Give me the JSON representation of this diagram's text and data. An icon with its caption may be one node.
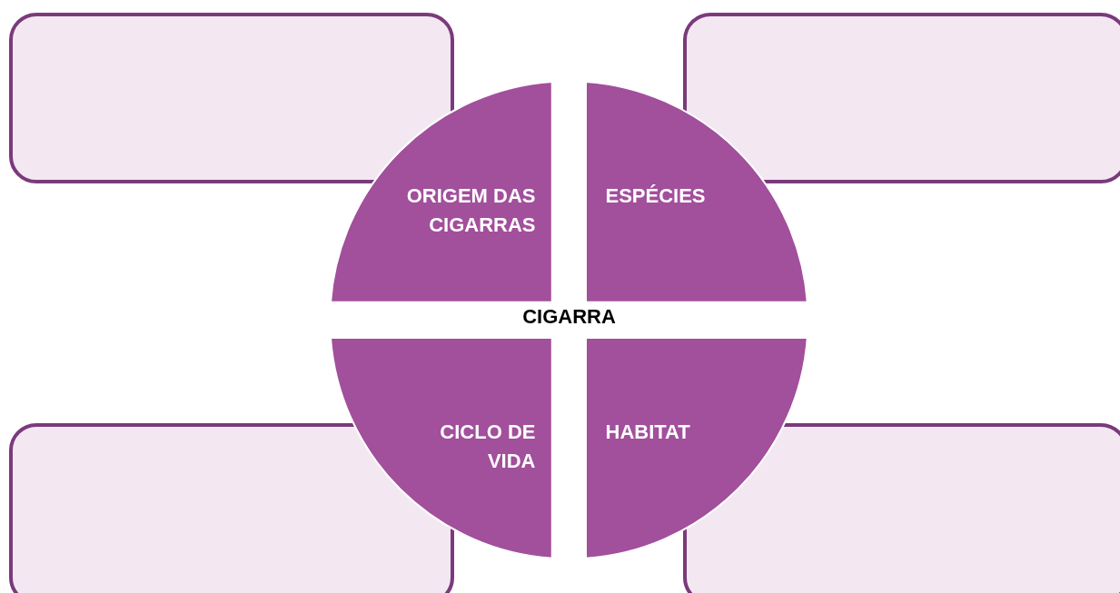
{
  "diagram": {
    "nodes": [
      {
        "text": [],
        "shape": "box"
      },
      {
        "text": [],
        "shape": "box"
      },
      {
        "text": [
          "ORIGEM DAS CIGARRAS"
        ]
      },
      {
        "text": [
          "ESPÉCIES"
        ]
      },
      {
        "text": [
          "CIGARRA"
        ]
      },
      {
        "text": [
          "CICLO DE VIDA"
        ]
      },
      {
        "text": [
          "HABITAT"
        ]
      },
      {
        "text": [],
        "shape": "box"
      },
      {
        "text": [],
        "shape": "box"
      }
    ]
  }
}
